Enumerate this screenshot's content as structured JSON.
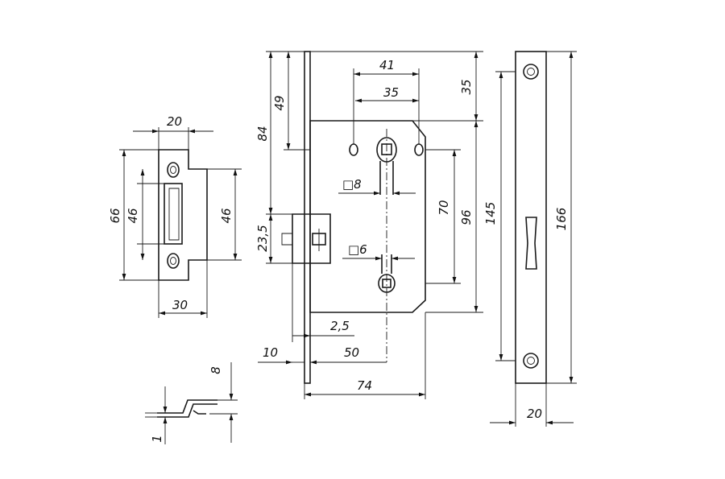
{
  "strike_plate": {
    "width_top": "20",
    "height_total": "66",
    "height_inner_left": "46",
    "height_inner_right": "46",
    "width_bottom": "30"
  },
  "profile": {
    "height": "8",
    "thickness": "1"
  },
  "lock_body": {
    "height_84": "84",
    "height_49": "49",
    "width_41": "41",
    "width_35": "35",
    "height_35": "35",
    "square_8": "□8",
    "height_70": "70",
    "height_96": "96",
    "latch_23_5": "23,5",
    "square_6": "□6",
    "width_2_5": "2,5",
    "width_10": "10",
    "width_50": "50",
    "width_74": "74"
  },
  "faceplate": {
    "height_145": "145",
    "height_166": "166",
    "width_20": "20"
  }
}
